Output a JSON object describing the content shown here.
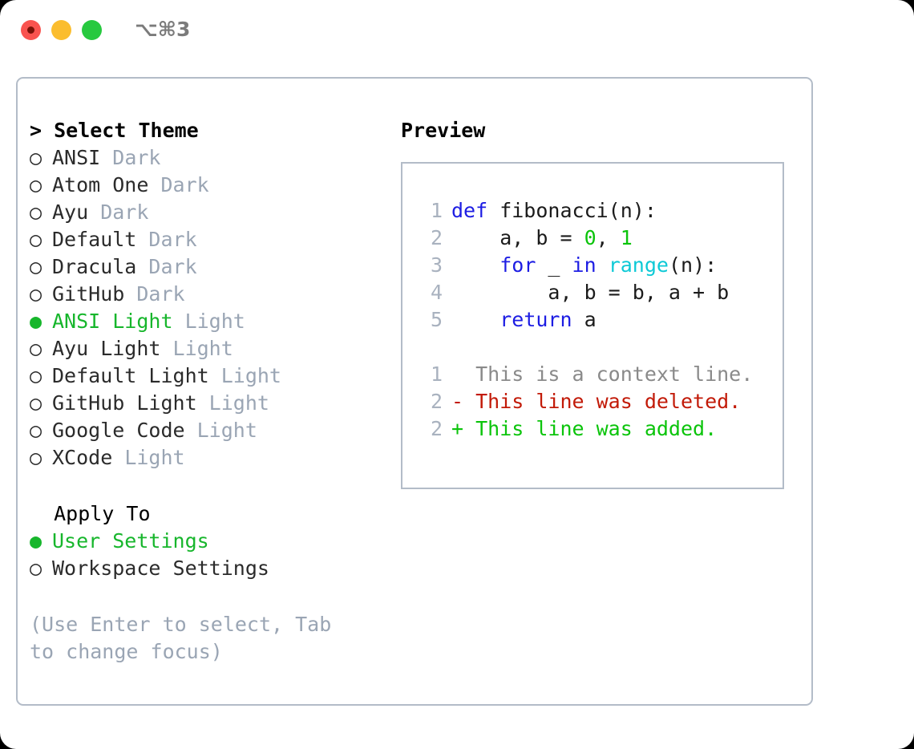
{
  "titlebar": {
    "shortcut": "⌥⌘3",
    "dots": [
      {
        "name": "close",
        "color": "#f9534f"
      },
      {
        "name": "minimize",
        "color": "#fbbd2e"
      },
      {
        "name": "maximize",
        "color": "#27c93f"
      }
    ]
  },
  "theme_section": {
    "header": "> Select Theme",
    "marker_selected": "●",
    "marker_unselected": "○",
    "items": [
      {
        "marker": "○",
        "label": "ANSI",
        "tag": "Dark",
        "selected": false
      },
      {
        "marker": "○",
        "label": "Atom One",
        "tag": "Dark",
        "selected": false
      },
      {
        "marker": "○",
        "label": "Ayu",
        "tag": "Dark",
        "selected": false
      },
      {
        "marker": "○",
        "label": "Default",
        "tag": "Dark",
        "selected": false
      },
      {
        "marker": "○",
        "label": "Dracula",
        "tag": "Dark",
        "selected": false
      },
      {
        "marker": "○",
        "label": "GitHub",
        "tag": "Dark",
        "selected": false
      },
      {
        "marker": "●",
        "label": "ANSI Light",
        "tag": "Light",
        "selected": true
      },
      {
        "marker": "○",
        "label": "Ayu Light",
        "tag": "Light",
        "selected": false
      },
      {
        "marker": "○",
        "label": "Default Light",
        "tag": "Light",
        "selected": false
      },
      {
        "marker": "○",
        "label": "GitHub Light",
        "tag": "Light",
        "selected": false
      },
      {
        "marker": "○",
        "label": "Google Code",
        "tag": "Light",
        "selected": false
      },
      {
        "marker": "○",
        "label": "XCode",
        "tag": "Light",
        "selected": false
      }
    ]
  },
  "apply_section": {
    "header": "  Apply To",
    "items": [
      {
        "marker": "●",
        "label": "User Settings",
        "selected": true
      },
      {
        "marker": "○",
        "label": "Workspace Settings",
        "selected": false
      }
    ]
  },
  "hint": "(Use Enter to select, Tab to change focus)",
  "preview": {
    "title": "Preview",
    "code_lines": [
      {
        "num": "1",
        "tokens": [
          {
            "t": "def",
            "c": "kw"
          },
          {
            "t": " fibonacci(n):",
            "c": "plain"
          }
        ]
      },
      {
        "num": "2",
        "tokens": [
          {
            "t": "    a, b = ",
            "c": "plain"
          },
          {
            "t": "0",
            "c": "num"
          },
          {
            "t": ", ",
            "c": "plain"
          },
          {
            "t": "1",
            "c": "num"
          }
        ]
      },
      {
        "num": "3",
        "tokens": [
          {
            "t": "    ",
            "c": "plain"
          },
          {
            "t": "for",
            "c": "kw"
          },
          {
            "t": " _ ",
            "c": "plain"
          },
          {
            "t": "in",
            "c": "kw"
          },
          {
            "t": " ",
            "c": "plain"
          },
          {
            "t": "range",
            "c": "fn"
          },
          {
            "t": "(n):",
            "c": "plain"
          }
        ]
      },
      {
        "num": "4",
        "tokens": [
          {
            "t": "        a, b = b, a + b",
            "c": "plain"
          }
        ]
      },
      {
        "num": "5",
        "tokens": [
          {
            "t": "    ",
            "c": "plain"
          },
          {
            "t": "return",
            "c": "kw"
          },
          {
            "t": " a",
            "c": "plain"
          }
        ]
      }
    ],
    "diff_lines": [
      {
        "num": "1",
        "text": "  This is a context line.",
        "kind": "ctx"
      },
      {
        "num": "2",
        "text": "- This line was deleted.",
        "kind": "del"
      },
      {
        "num": "2",
        "text": "+ This line was added.",
        "kind": "add"
      }
    ]
  },
  "colors": {
    "accent_green": "#17b62c",
    "muted": "#9aa5b4",
    "border": "#b3bcc8",
    "keyword": "#1d1de3",
    "function": "#0dc9d6",
    "number": "#0bc40b",
    "diff_delete": "#c21a08",
    "diff_add": "#0bc40b",
    "diff_context": "#8a8a8a"
  }
}
